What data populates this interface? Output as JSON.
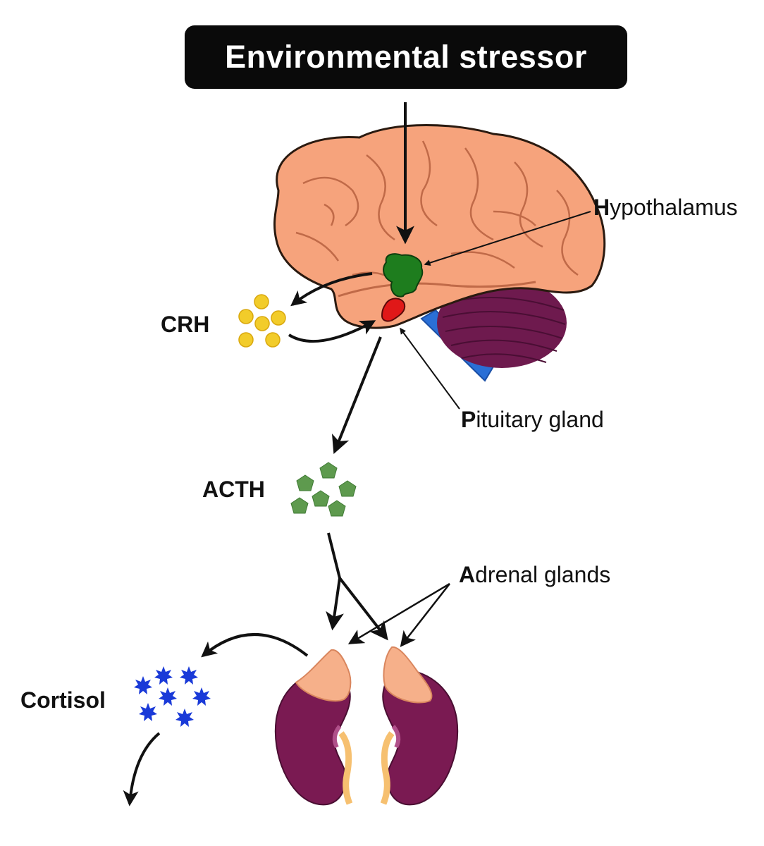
{
  "title": "Environmental stressor",
  "labels": {
    "hypothalamus": {
      "initial": "H",
      "rest": "ypothalamus"
    },
    "pituitary": {
      "initial": "P",
      "rest": "ituitary gland"
    },
    "adrenal": {
      "initial": "A",
      "rest": "drenal glands"
    },
    "crh": "CRH",
    "acth": "ACTH",
    "cortisol": "Cortisol"
  },
  "colors": {
    "brain": "#f6a37c",
    "hypothalamus": "#1e7d1e",
    "pituitary": "#e01818",
    "cerebellum": "#6e1a4e",
    "brainstem": "#2a6fd6",
    "crh": "#f2cc2a",
    "acth": "#5e9a4e",
    "cortisol": "#1a3ad8",
    "adrenal_cap": "#f6b08a",
    "kidney": "#7a1a52",
    "ureter": "#f6c070"
  },
  "icons": [
    "brain-icon",
    "hypothalamus-icon",
    "pituitary-icon",
    "crh-molecules-icon",
    "acth-molecules-icon",
    "cortisol-molecules-icon",
    "kidney-left-icon",
    "kidney-right-icon"
  ]
}
